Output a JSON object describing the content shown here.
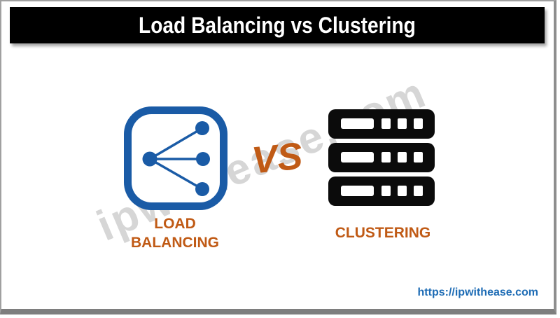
{
  "title_bar": {
    "text": "Load Balancing vs Clustering"
  },
  "watermark": {
    "text": "ipwithease.com"
  },
  "comparison": {
    "left": {
      "icon": "load-balancer-icon",
      "label_line1": "LOAD",
      "label_line2": "BALANCING"
    },
    "vs": {
      "text": "VS"
    },
    "right": {
      "icon": "server-stack-icon",
      "label": "CLUSTERING"
    }
  },
  "footer": {
    "url": "https://ipwithease.com"
  },
  "colors": {
    "orange": "#c05a15",
    "blue": "#1a5ba6",
    "black": "#0b0b0b",
    "url_blue": "#1e6cb5",
    "title_bg": "#000000",
    "title_text": "#ffffff"
  }
}
